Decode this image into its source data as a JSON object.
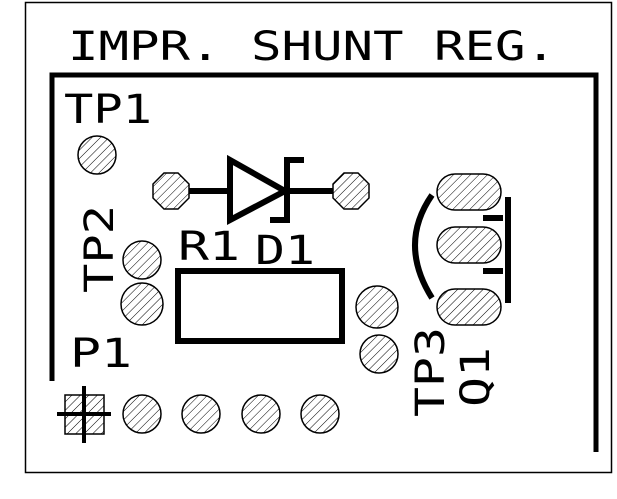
{
  "title": "IMPR. SHUNT REG.",
  "labels": {
    "tp1": "TP1",
    "tp2": "TP2",
    "tp3": "TP3",
    "r1": "R1",
    "d1": "D1",
    "q1": "Q1",
    "p1": "P1"
  },
  "colors": {
    "ink": "#000000",
    "pad_hatch": "#000000",
    "background": "#ffffff"
  },
  "icons": {
    "pad_round": "hatched-circle-pad",
    "pad_octagon": "hatched-octagon-pad",
    "pad_oblong": "hatched-oblong-pad",
    "pad_square": "hatched-square-pad-with-crosshair",
    "diode": "zener-diode-symbol"
  }
}
